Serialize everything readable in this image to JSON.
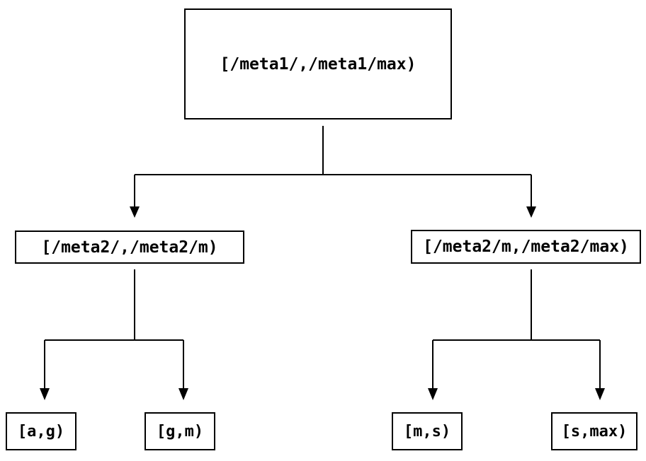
{
  "colors": {
    "background": "#ffffff",
    "line": "#000000",
    "text": "#000000"
  },
  "tree": {
    "root": {
      "label": "[/meta1/,/meta1/max)"
    },
    "children": [
      {
        "label": "[/meta2/,/meta2/m)",
        "children": [
          {
            "label": "[a,g)"
          },
          {
            "label": "[g,m)"
          }
        ]
      },
      {
        "label": "[/meta2/m,/meta2/max)",
        "children": [
          {
            "label": "[m,s)"
          },
          {
            "label": "[s,max)"
          }
        ]
      }
    ]
  }
}
